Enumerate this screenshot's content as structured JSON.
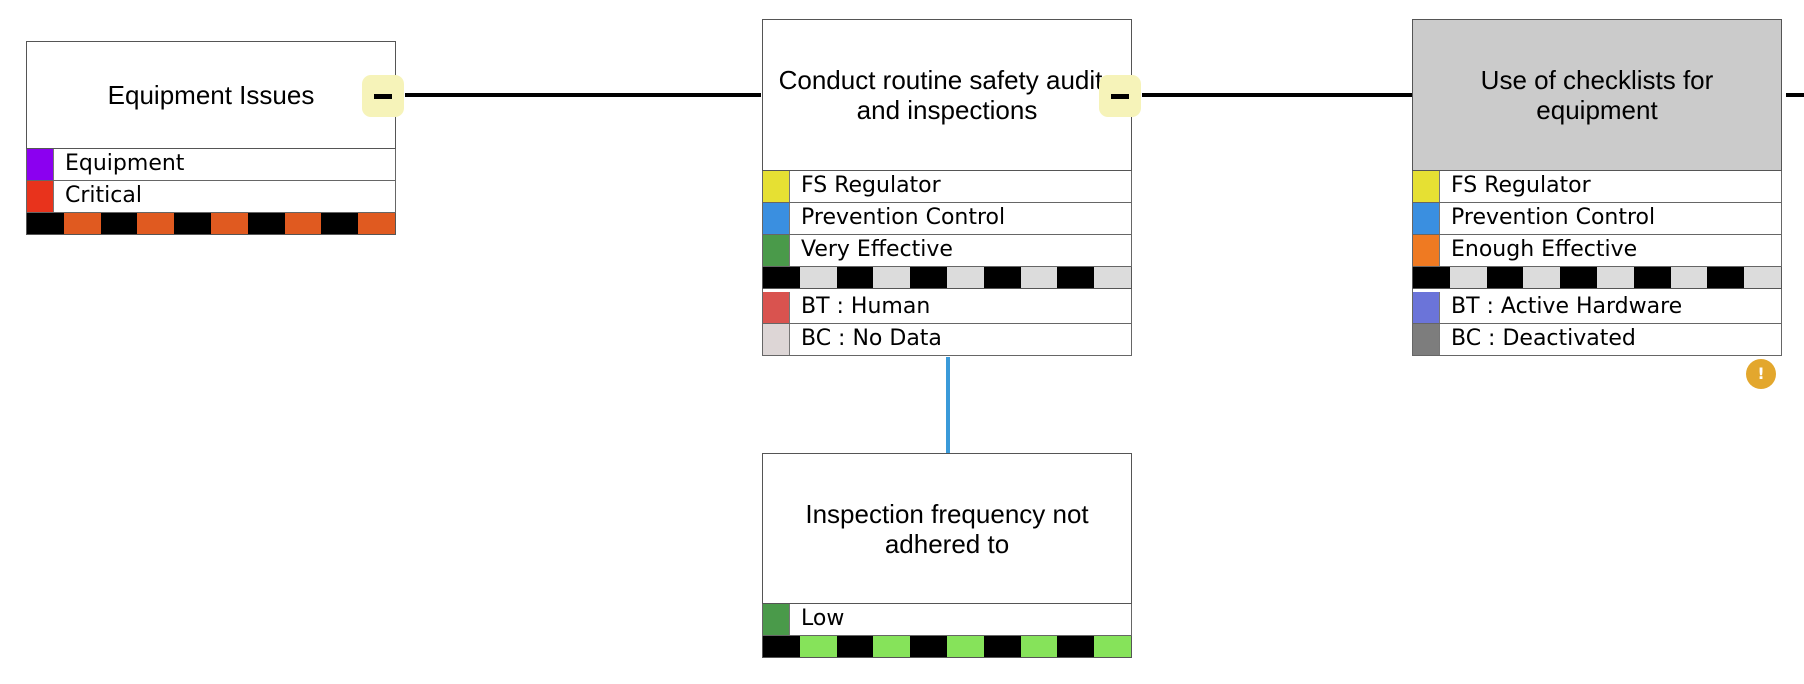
{
  "nodes": {
    "equipment_issues": {
      "title": "Equipment Issues",
      "rows": [
        {
          "label": "Equipment",
          "color": "#8b00f0"
        },
        {
          "label": "Critical",
          "color": "#e8331c"
        }
      ],
      "stripe_colors": [
        "#000000",
        "#e05a20"
      ]
    },
    "conduct_audits": {
      "title": "Conduct routine safety audits and inspections",
      "rows": [
        {
          "label": "FS Regulator",
          "color": "#e6e033"
        },
        {
          "label": "Prevention Control",
          "color": "#3a8fe0"
        },
        {
          "label": "Very Effective",
          "color": "#4a9a4a"
        }
      ],
      "stripe_colors": [
        "#000000",
        "#dcdcdc"
      ],
      "rows_after": [
        {
          "label": "BT : Human",
          "color": "#d9534f"
        },
        {
          "label": "BC : No Data",
          "color": "#ddd6d6"
        }
      ]
    },
    "inspection_frequency": {
      "title": "Inspection frequency not adhered to",
      "rows": [
        {
          "label": "Low",
          "color": "#4a9a4a"
        }
      ],
      "stripe_colors": [
        "#000000",
        "#86e35a"
      ]
    },
    "checklists": {
      "title": "Use of checklists for equipment",
      "rows": [
        {
          "label": "FS Regulator",
          "color": "#e6e033"
        },
        {
          "label": "Prevention Control",
          "color": "#3a8fe0"
        },
        {
          "label": "Enough Effective",
          "color": "#ef7a22"
        }
      ],
      "stripe_colors": [
        "#000000",
        "#dcdcdc"
      ],
      "rows_after": [
        {
          "label": "BT : Active Hardware",
          "color": "#6b74d9"
        },
        {
          "label": "BC : Deactivated",
          "color": "#7d7d7d"
        }
      ],
      "warning_icon": "!"
    }
  }
}
